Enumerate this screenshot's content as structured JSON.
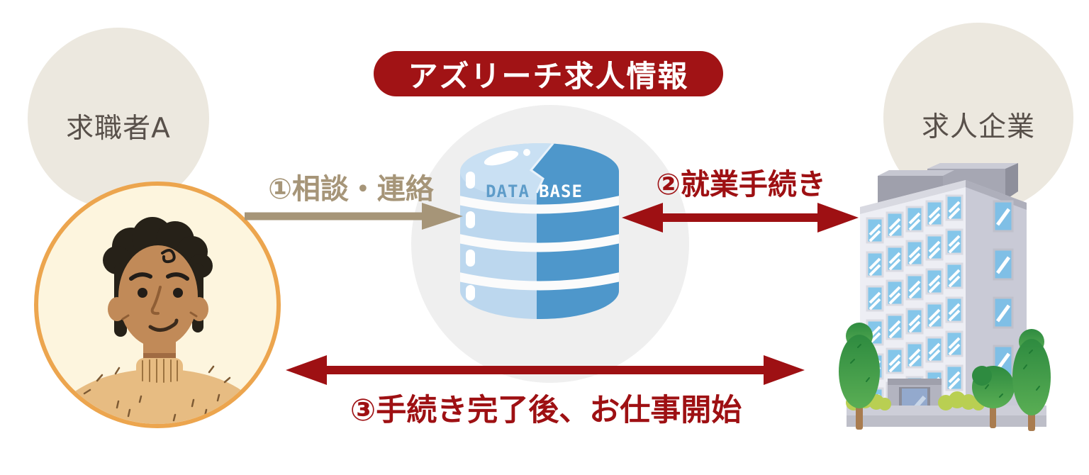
{
  "title_badge": {
    "label": "アズリーチ求人情報"
  },
  "actors": {
    "job_seeker_label": "求職者A",
    "company_label": "求人企業"
  },
  "database": {
    "left_word": "DATA",
    "right_word": "BASE"
  },
  "steps": {
    "step1_label": "①相談・連絡",
    "step2_label": "②就業手続き",
    "step3_label": "③手続き完了後、お仕事開始"
  },
  "colors": {
    "badge_red": "#A11315",
    "arrow_red": "#9E1013",
    "step1_tan": "#A69578",
    "actor_bubble_beige": "#ECE8DF",
    "center_circle_gray": "#EFEFEF",
    "actor_text_gray": "#58504A",
    "db_light_blue": "#BCD7EE",
    "db_dark_blue": "#4E97CB",
    "avatar_ring_orange": "#ECA54E"
  }
}
